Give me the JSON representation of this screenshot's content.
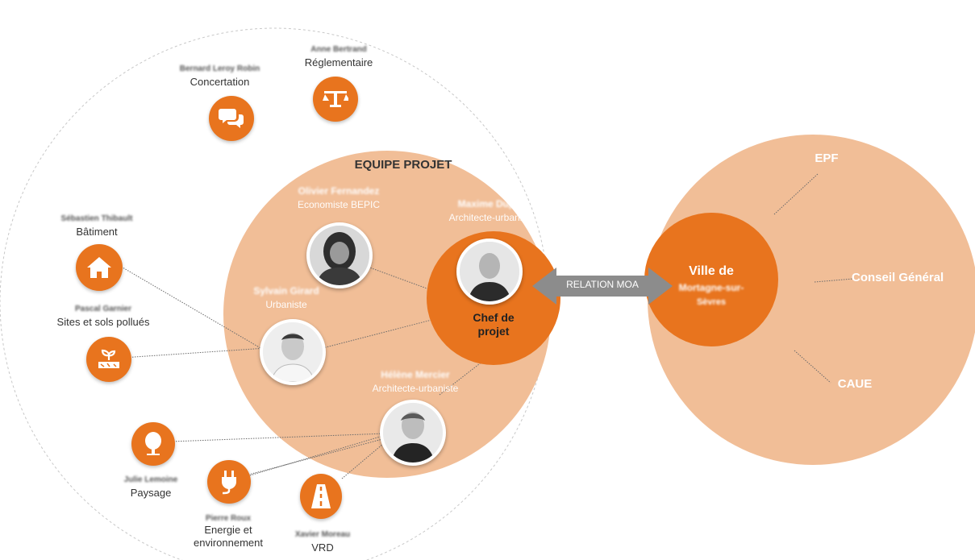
{
  "colors": {
    "accent": "#E8741E",
    "light_fill": "#F1BE97",
    "arrow": "#8C8C8C",
    "line": "#6B6B6B"
  },
  "team": {
    "title": "EQUIPE PROJET"
  },
  "chef": {
    "label_line1": "Chef de",
    "label_line2": "projet",
    "name": "Maxime Dupuy",
    "role": "Architecte-urbaniste"
  },
  "members": {
    "economiste": {
      "name": "Olivier Fernandez",
      "role": "Economiste BEPIC"
    },
    "urbaniste": {
      "name": "Sylvain Girard",
      "role": "Urbaniste"
    },
    "architecte": {
      "name": "Hélène Mercier",
      "role": "Architecte-urbaniste"
    }
  },
  "experts": {
    "concertation": {
      "name": "Bernard Leroy Robin",
      "label": "Concertation",
      "icon": "speech-bubbles-icon"
    },
    "reglementaire": {
      "name": "Anne Bertrand",
      "label": "Réglementaire",
      "icon": "scales-icon"
    },
    "batiment": {
      "name": "Sébastien Thibault",
      "label": "Bâtiment",
      "icon": "house-icon"
    },
    "sites": {
      "name": "Pascal Garnier",
      "label": "Sites et sols pollués",
      "icon": "soil-plant-icon"
    },
    "paysage": {
      "name": "Julie Lemoine",
      "label": "Paysage",
      "icon": "tree-icon"
    },
    "energie": {
      "name": "Pierre Roux",
      "label_line1": "Energie et",
      "label_line2": "environnement",
      "icon": "plug-icon"
    },
    "vrd": {
      "name": "Xavier Moreau",
      "label": "VRD",
      "icon": "road-icon"
    }
  },
  "relation": {
    "label": "RELATION MOA"
  },
  "moa": {
    "title": "Ville de",
    "city_line1": "Mortagne-sur-",
    "city_line2": "Sèvres",
    "partners": {
      "epf": "EPF",
      "cg": "Conseil Général",
      "caue": "CAUE"
    }
  }
}
